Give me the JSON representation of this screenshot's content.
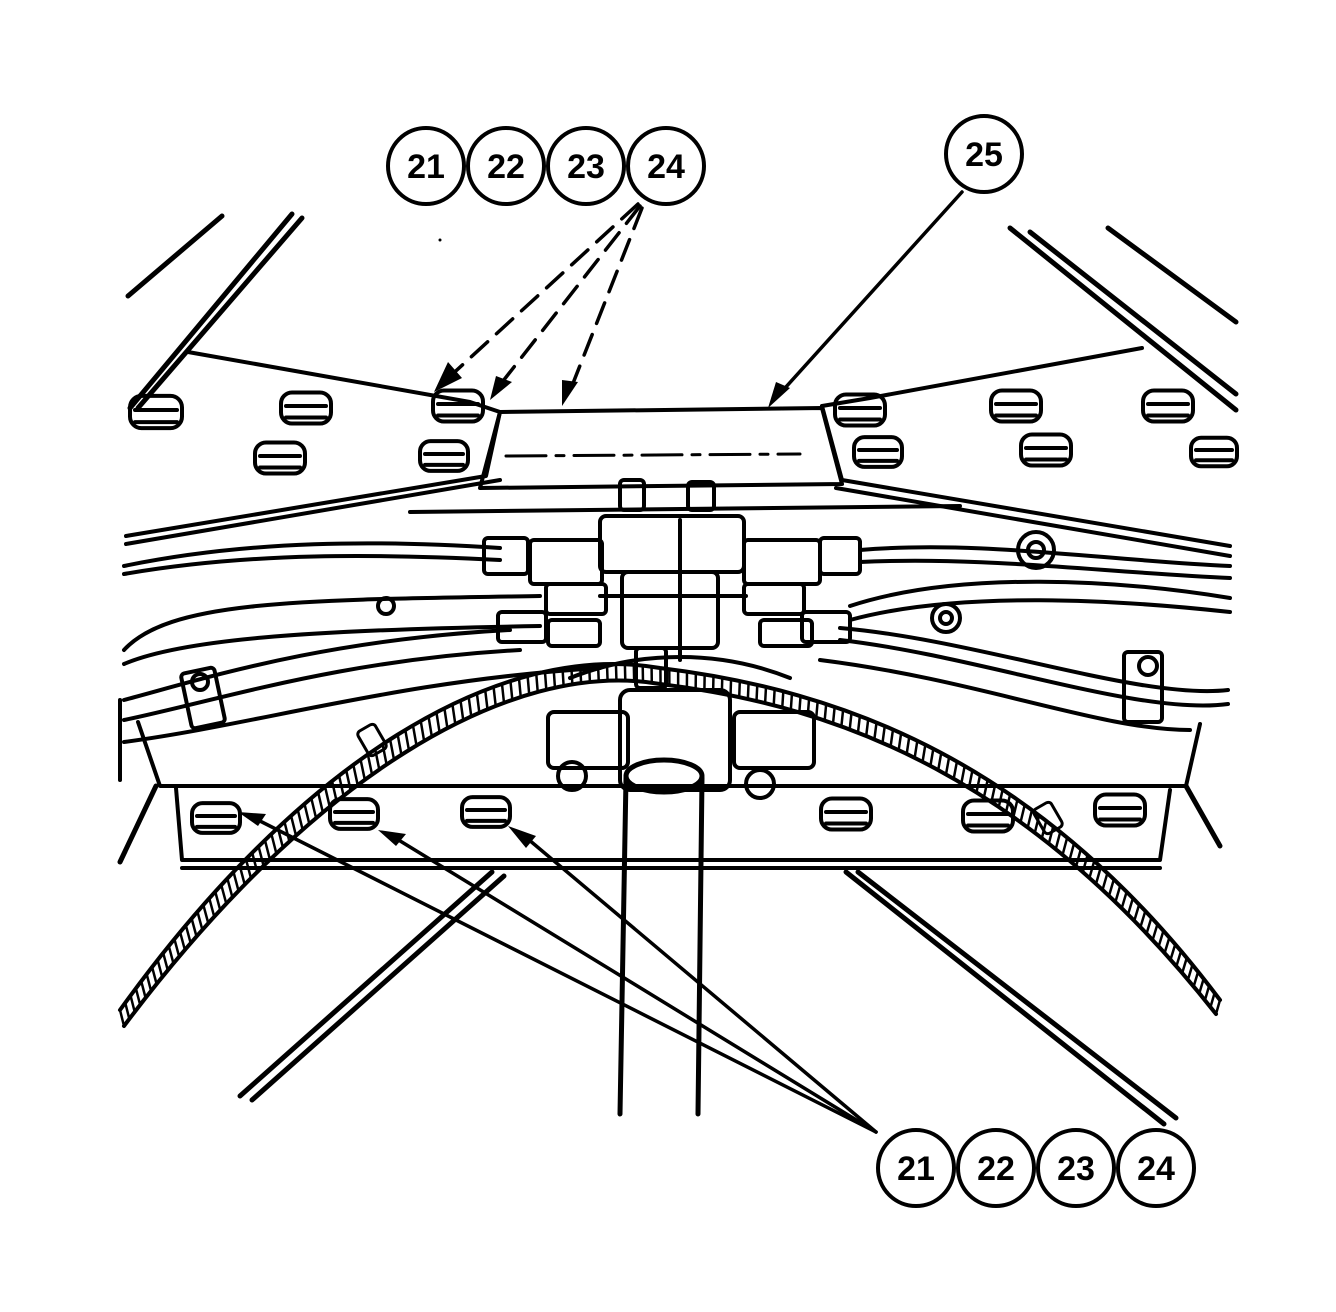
{
  "figure": {
    "ink_color": "#000000",
    "paper_color": "#ffffff",
    "top_left_callouts": [
      "21",
      "22",
      "23",
      "24"
    ],
    "top_right_callout": "25",
    "bottom_callouts": [
      "21",
      "22",
      "23",
      "24"
    ]
  }
}
